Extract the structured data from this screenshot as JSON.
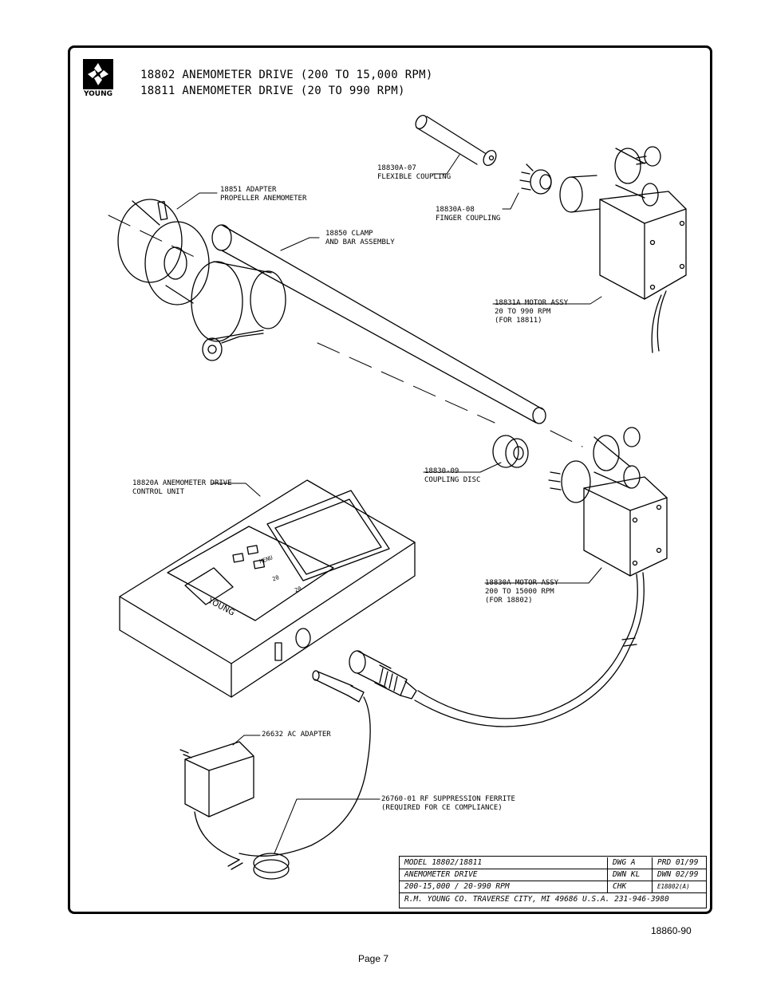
{
  "header": {
    "brand": "YOUNG",
    "title_line1": "18802 ANEMOMETER DRIVE (200 TO 15,000 RPM)",
    "title_line2": "18811 ANEMOMETER DRIVE (20 TO 990 RPM)"
  },
  "callouts": {
    "flexible_coupling": [
      "18830A-07",
      "FLEXIBLE COUPLING"
    ],
    "adapter": [
      "18851 ADAPTER",
      "PROPELLER ANEMOMETER"
    ],
    "finger_coupling": [
      "18830A-08",
      "FINGER COUPLING"
    ],
    "clamp_bar": [
      "18850 CLAMP",
      "AND BAR ASSEMBLY"
    ],
    "motor_18831": [
      "18831A MOTOR ASSY",
      "20 TO 990 RPM",
      "(FOR 18811)"
    ],
    "coupling_disc": [
      "18830-09",
      "COUPLING DISC"
    ],
    "control_unit": [
      "18820A ANEMOMETER DRIVE",
      "CONTROL UNIT"
    ],
    "motor_18830": [
      "18830A MOTOR ASSY",
      "200 TO 15000 RPM",
      "(FOR 18802)"
    ],
    "ac_adapter": [
      "26632 AC ADAPTER"
    ],
    "ferrite": [
      "26760-01 RF SUPPRESSION FERRITE",
      "(REQUIRED FOR CE COMPLIANCE)"
    ]
  },
  "device": {
    "brand": "YOUNG",
    "menu_label": "MENU",
    "mode_label_1": "20",
    "mode_label_2": "20"
  },
  "title_block": {
    "row1": {
      "c1": "MODEL 18802/18811",
      "c2": "DWG A",
      "c3": "PRD 01/99"
    },
    "row2": {
      "c1": "ANEMOMETER DRIVE",
      "c2": "DWN KL",
      "c3": "DWN 02/99"
    },
    "row3": {
      "c1": "200-15,000 / 20-990 RPM",
      "c2": "CHK",
      "c3": "E18802(A)"
    },
    "row4": "R.M. YOUNG CO. TRAVERSE CITY, MI 49686 U.S.A. 231-946-3980"
  },
  "footer": {
    "doc_number": "18860-90",
    "page": "Page 7"
  }
}
